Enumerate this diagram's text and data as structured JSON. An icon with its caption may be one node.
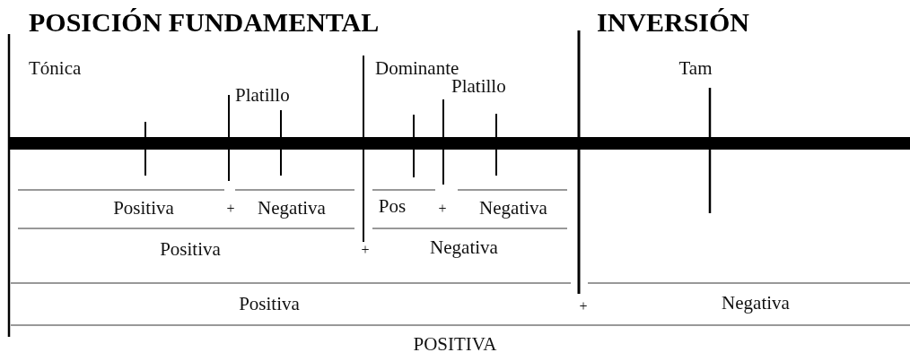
{
  "diagram": {
    "labels": [
      "POSICIÓN FUNDAMENTAL",
      "INVERSIÓN",
      "Tónica",
      "Dominante",
      "Tam",
      "Platillo",
      "Platillo",
      "Positiva",
      "+",
      "Negativa",
      "Pos",
      "+",
      "Negativa",
      "Positiva",
      "+",
      "Negativa",
      "Positiva",
      "+",
      "Negativa",
      "POSITIVA"
    ]
  }
}
